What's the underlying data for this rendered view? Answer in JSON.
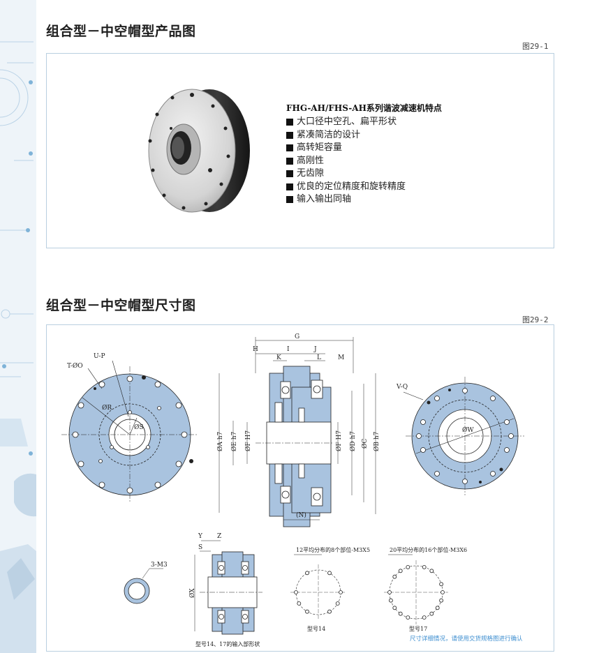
{
  "section1": {
    "title": "组合型－中空帽型产品图",
    "figure_label": "图29-1",
    "features_title": "FHG-AH/FHS-AH系列谐波减速机特点",
    "features": [
      "大口径中空孔、扁平形状",
      "紧凑简洁的设计",
      "高转矩容量",
      "高刚性",
      "无齿隙",
      "优良的定位精度和旋转精度",
      "输入输出同轴"
    ]
  },
  "section2": {
    "title": "组合型－中空帽型尺寸图",
    "figure_label": "图29-2",
    "left_view": {
      "label_t": "T-ØO",
      "label_u": "U-P",
      "label_r": "ØR",
      "label_s": "ØS"
    },
    "section_view": {
      "top_labels": [
        "G",
        "H",
        "I",
        "J",
        "K",
        "L",
        "M"
      ],
      "left_dims": [
        "ØA h7",
        "ØE h7",
        "ØF H7"
      ],
      "right_dims": [
        "ØF H7",
        "ØD h7",
        "ØC",
        "ØB h7"
      ],
      "bottom_label": "(N)"
    },
    "right_view": {
      "label_v": "V-Q",
      "label_w": "ØW"
    },
    "small_ring": {
      "label": "3-M3"
    },
    "small_section": {
      "labels": [
        "Y",
        "Z",
        "S",
        "ØX"
      ],
      "caption": "型号14、17的输入部形状"
    },
    "pattern14": {
      "note": "12平均分布的8个部位-M3X5",
      "caption": "型号14"
    },
    "pattern17": {
      "note": "20平均分布的16个部位-M3X6",
      "caption": "型号17"
    },
    "footnote": "尺寸详细情况，请使用交货规格图进行确认"
  },
  "colors": {
    "fill": "#a9c3df",
    "frame": "#b9cfe0",
    "note": "#3f8fd0"
  }
}
